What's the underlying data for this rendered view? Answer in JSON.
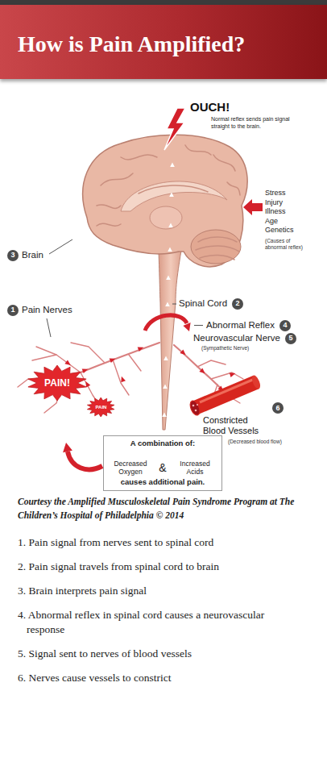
{
  "diagram": {
    "title": "How is Pain Amplified?",
    "caption": "Courtesy the Amplified Musculoskeletal Pain Syndrome Program at The Children’s Hospital of Philadelphia © 2014",
    "nodes": [
      {
        "text": [
          "3"
        ]
      },
      {
        "text": [
          "2"
        ]
      },
      {
        "text": [
          "1"
        ]
      },
      {
        "text": [
          "4"
        ]
      },
      {
        "text": [
          "5"
        ]
      },
      {
        "text": [
          "PAIN!"
        ]
      },
      {
        "text": [
          "6"
        ]
      },
      {
        "text": [
          "PAIN"
        ]
      },
      {
        "text": [
          "A combination of:",
          "Decreased Oxygen",
          "&",
          "Increased Acids",
          "causes additional pain."
        ]
      }
    ],
    "labels": [
      "OUCH!",
      "Normal reflex sends pain signal straight to the brain.",
      "Stress",
      "Injury",
      "Illness",
      "Age",
      "Genetics",
      "(Causes of abnormal reflex)",
      "Brain",
      "Spinal Cord",
      "Pain Nerves",
      "Abnormal Reflex",
      "Neurovascular Nerve",
      "(Sympathetic Nerve)",
      "Constricted Blood Vessels",
      "(Decreased blood flow)",
      "1. Pain signal from nerves sent to spinal cord",
      "2. Pain signal travels from spinal cord to brain",
      "3. Brain interprets pain signal",
      "4. Abnormal reflex in spinal cord causes a neurovascular response",
      "5. Signal sent to nerves of blood vessels",
      "6. Nerves cause vessels to constrict"
    ]
  }
}
